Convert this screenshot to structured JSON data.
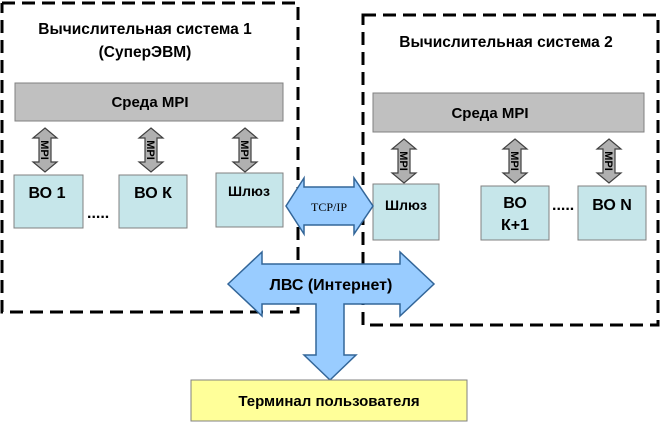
{
  "system1": {
    "title_line1": "Вычислительная система 1",
    "title_line2": "(СуперЭВМ)"
  },
  "system2": {
    "title": "Вычислительная система 2"
  },
  "mpi_env_label": "Среда MPI",
  "mpi_arrow_label": "MPI",
  "nodes": {
    "vo1": "ВО 1",
    "vok": "ВО К",
    "gateway": "Шлюз",
    "vok1_line1": "ВО",
    "vok1_line2": "К+1",
    "von": "ВО N"
  },
  "dots": ".....",
  "tcpip_label": "TCP/IP",
  "lan_label": "ЛВС (Интернет)",
  "terminal_label": "Терминал пользователя",
  "colors": {
    "mpi_bar": "#c0c0c0",
    "node_fill": "#c6e6ea",
    "mpi_arrow": "#b0b0b0",
    "network_arrow": "#99ccff",
    "terminal_fill": "#ffff99"
  }
}
